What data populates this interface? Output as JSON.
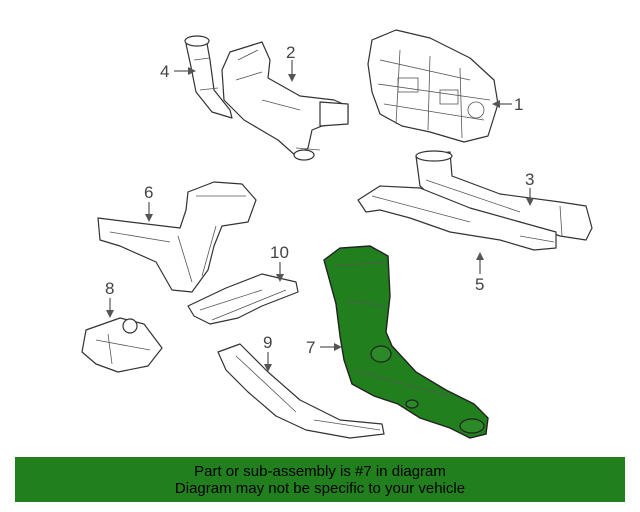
{
  "callouts": {
    "c1": "1",
    "c2": "2",
    "c3": "3",
    "c4": "4",
    "c5": "5",
    "c6": "6",
    "c7": "7",
    "c8": "8",
    "c9": "9",
    "c10": "10"
  },
  "highlight_color": "#217f1e",
  "banner": {
    "line1": "Part or sub-assembly is #7 in diagram",
    "line2": "Diagram may not be specific to your vehicle"
  }
}
